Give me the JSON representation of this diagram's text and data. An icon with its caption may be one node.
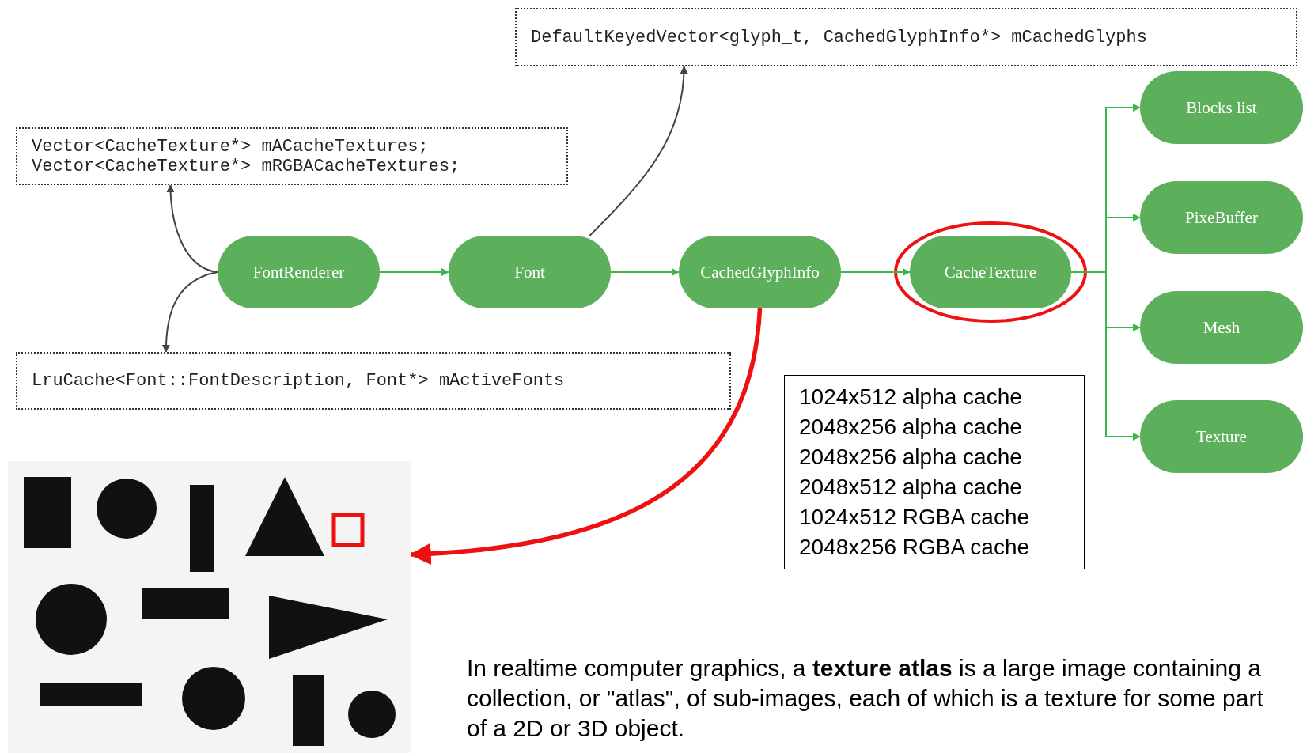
{
  "diagram": {
    "nodes": [
      {
        "text": [
          "DefaultKeyedVector<glyph_t, CachedGlyphInfo*> mCachedGlyphs"
        ]
      },
      {
        "text": [
          "Vector<CacheTexture*> mACacheTextures;",
          "Vector<CacheTexture*> mRGBACacheTextures;"
        ]
      },
      {
        "text": [
          "FontRenderer"
        ]
      },
      {
        "text": [
          "Font"
        ]
      },
      {
        "text": [
          "CachedGlyphInfo"
        ]
      },
      {
        "text": [
          "CacheTexture"
        ]
      },
      {
        "text": [
          "Blocks list"
        ]
      },
      {
        "text": [
          "PixeBuffer"
        ]
      },
      {
        "text": [
          "Mesh"
        ]
      },
      {
        "text": [
          "Texture"
        ]
      },
      {
        "text": [
          "LruCache<Font::FontDescription, Font*> mActiveFonts"
        ]
      },
      {
        "text": [
          "1024x512 alpha cache",
          "2048x256 alpha cache",
          "2048x256 alpha cache",
          "2048x512 alpha cache",
          "1024x512 RGBA cache",
          "2048x256 RGBA cache"
        ]
      },
      {
        "text": [],
        "shape": "picture"
      }
    ],
    "edges": [
      {
        "from": 2,
        "to": 1,
        "arrow": "to",
        "color": "#444444"
      },
      {
        "from": 2,
        "to": 10,
        "arrow": "to",
        "color": "#444444"
      },
      {
        "from": 3,
        "to": 0,
        "arrow": "to",
        "color": "#444444"
      },
      {
        "from": 2,
        "to": 3,
        "arrow": "to"
      },
      {
        "from": 3,
        "to": 4,
        "arrow": "to"
      },
      {
        "from": 4,
        "to": 5,
        "arrow": "to"
      },
      {
        "from": 5,
        "to": 6,
        "arrow": "to"
      },
      {
        "from": 5,
        "to": 7,
        "arrow": "to"
      },
      {
        "from": 5,
        "to": 8,
        "arrow": "to"
      },
      {
        "from": 5,
        "to": 9,
        "arrow": "to"
      },
      {
        "from": 4,
        "to": 12,
        "arrow": "to",
        "style": "thick",
        "color": "#ee1111"
      }
    ],
    "labels": [
      "In realtime computer graphics, a **texture atlas** is a large image containing a collection, or \"atlas\", of sub-images, each of which is a texture for some part of a 2D or 3D object."
    ]
  }
}
